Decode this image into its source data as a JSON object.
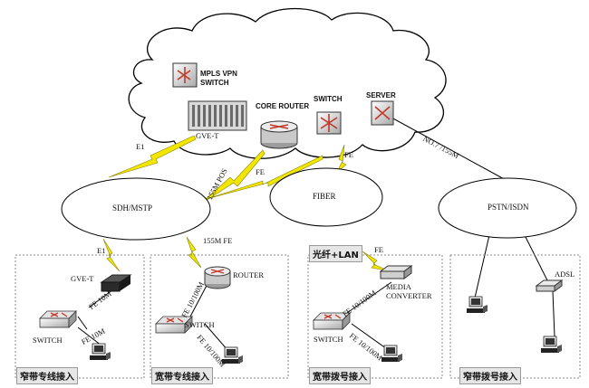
{
  "colors": {
    "bolt": "#f2e600",
    "cloud_stroke": "#000000",
    "section_border": "#888888",
    "caption_bg": "#e6e6e6"
  },
  "core": {
    "mpls_switch": "MPLS VPN\nSWITCH",
    "gve_t": "GVE-T",
    "core_router": "CORE ROUTER",
    "switch": "SWITCH",
    "server": "SERVER"
  },
  "links": {
    "e1_left": "E1",
    "pos": "155M POS",
    "fe_mid": "FE",
    "fe_switch": "FE",
    "no7": "NO.7 /155M",
    "e1_down": "E1",
    "fe155": "155M FE",
    "fe_fiber": "FE"
  },
  "clouds": {
    "sdh": "SDH/MSTP",
    "fiber": "FIBER",
    "pstn": "PSTN/ISDN"
  },
  "sections": {
    "s1": {
      "caption": "窄带专线接入",
      "gve_t": "GVE-T",
      "fe_a": "FE 10M",
      "fe_b": "FE 10M",
      "switch": "SWITCH"
    },
    "s2": {
      "caption": "宽带专线接入",
      "router": "ROUTER",
      "fe_a": "FE 10/100M",
      "switch": "SWITCH",
      "fe_b": "FE 10/100M"
    },
    "s3": {
      "caption": "宽带拨号接入",
      "tag": "光纤+LAN",
      "media": "MEDIA\nCONVERTER",
      "fe_a": "FE 10/100M",
      "switch": "SWITCH",
      "fe_b": "FE 10/100M"
    },
    "s4": {
      "caption": "窄带拨号接入",
      "adsl": "ADSL"
    }
  }
}
